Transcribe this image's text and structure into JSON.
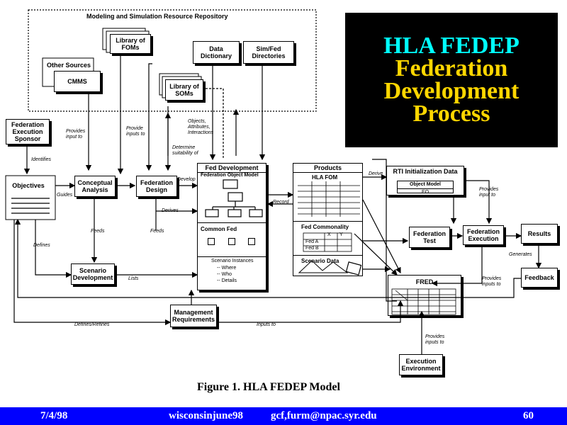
{
  "title": {
    "lines": [
      "HLA FEDEP",
      "Federation",
      "Development",
      "Process"
    ],
    "color": "#00ffff",
    "background": "#000000"
  },
  "repository": {
    "label": "Modeling and Simulation Resource Repository"
  },
  "nodes": {
    "library_foms": "Library of FOMs",
    "data_dictionary": "Data Dictionary",
    "sim_fed_directories": "Sim/Fed Directories",
    "other_sources": "Other Sources",
    "cmms": "CMMS",
    "library_soms": "Library of SOMs",
    "sponsor": "Federation Execution Sponsor",
    "objectives": "Objectives",
    "conceptual_analysis": "Conceptual Analysis",
    "federation_design": "Federation Design",
    "fed_development": "Fed Development",
    "federation_object_model": "Federation Object Model",
    "common_fed": "Common Fed",
    "scenario_instances": "Scenario Instances",
    "where": "-- Where",
    "who": "-- Who",
    "details": "-- Details",
    "products": "Products",
    "hla_fom": "HLA FOM",
    "fed_commonality": "Fed Commonality",
    "fed_a": "Fed A",
    "fed_b": "Fed B",
    "col_x": "X",
    "col_y": "Y",
    "scenario_data": "Scenario Data",
    "rti_init_data": "RTI Initialization Data",
    "object_model": "Object Model",
    "eo": "EO",
    "federation_test": "Federation Test",
    "federation_execution": "Federation Execution",
    "results": "Results",
    "feedback": "Feedback",
    "fred": "FRED",
    "scenario_development": "Scenario Development",
    "management_requirements": "Management Requirements",
    "execution_environment": "Execution Environment"
  },
  "edge_labels": {
    "provides_input_1": "Provides input to",
    "provide_inputs": "Provide inputs to",
    "objects_attributes": "Objects, Attributes, Interactions",
    "determine_suitability": "Determine suitability of",
    "identifies": "Identifies",
    "guides": "Guides",
    "develop": "Develop",
    "record": "Record",
    "derives": "Derives",
    "defines": "Defines",
    "feeds_1": "Feeds",
    "feeds_2": "Feeds",
    "lists": "Lists",
    "derive": "Derive",
    "provides_input_2": "Provides input to",
    "generates": "Generates",
    "provides_inputs_3": "Provides inputs to",
    "defines_refines": "Defines/Refines",
    "inputs_to": "Inputs to",
    "provides_inputs_4": "Provides inputs to"
  },
  "caption": "Figure 1.  HLA FEDEP Model",
  "footer": {
    "date": "7/4/98",
    "source": "wisconsinjune98",
    "email": "gcf,furm@npac.syr.edu",
    "page": "60",
    "background": "#0000ff"
  }
}
